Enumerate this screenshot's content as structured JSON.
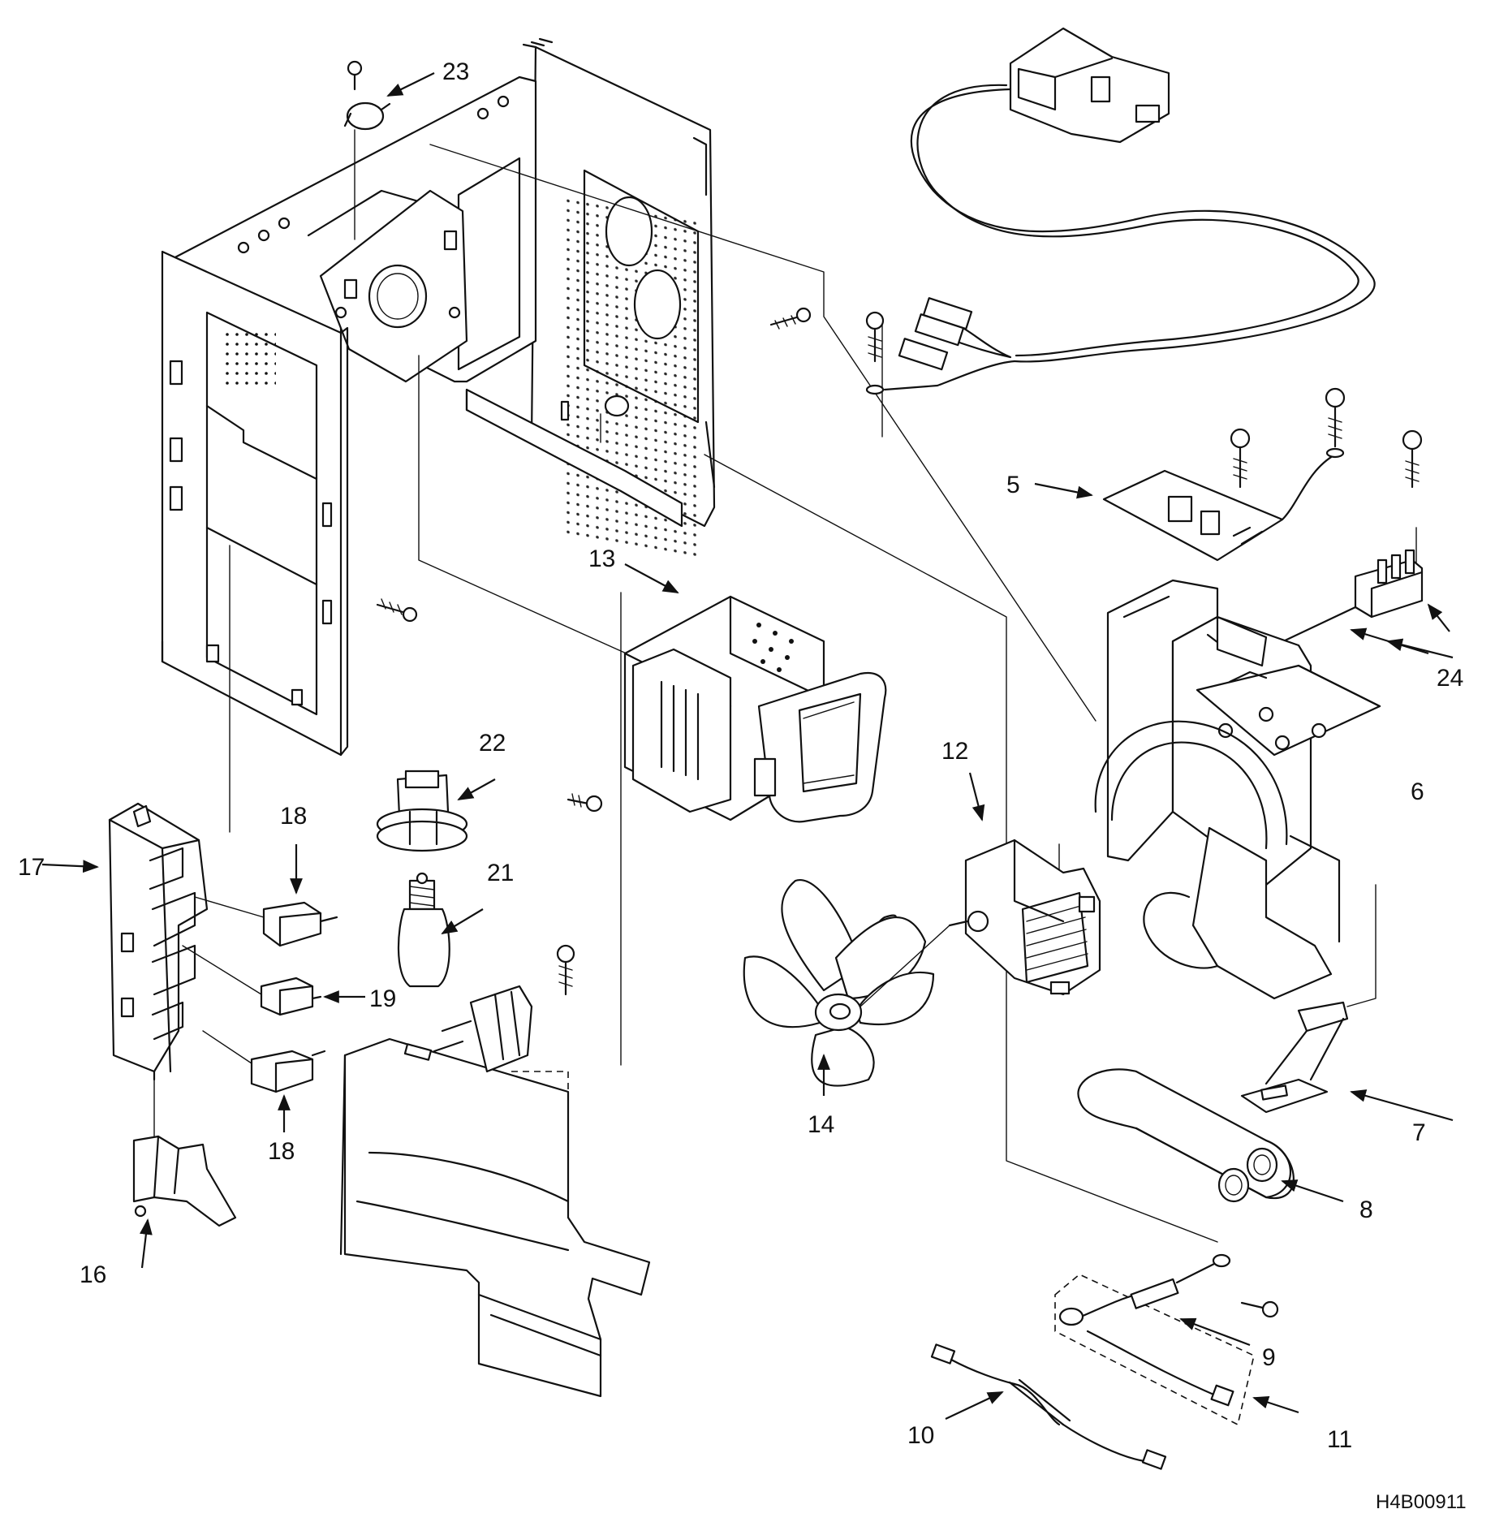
{
  "diagram": {
    "drawing_code": "H4B00911",
    "part_labels": {
      "p5": "5",
      "p6": "6",
      "p7": "7",
      "p8": "8",
      "p9": "9",
      "p10": "10",
      "p11": "11",
      "p12": "12",
      "p13": "13",
      "p14": "14",
      "p16": "16",
      "p17": "17",
      "p18a": "18",
      "p18b": "18",
      "p19": "19",
      "p21": "21",
      "p22": "22",
      "p23": "23",
      "p24": "24"
    }
  }
}
